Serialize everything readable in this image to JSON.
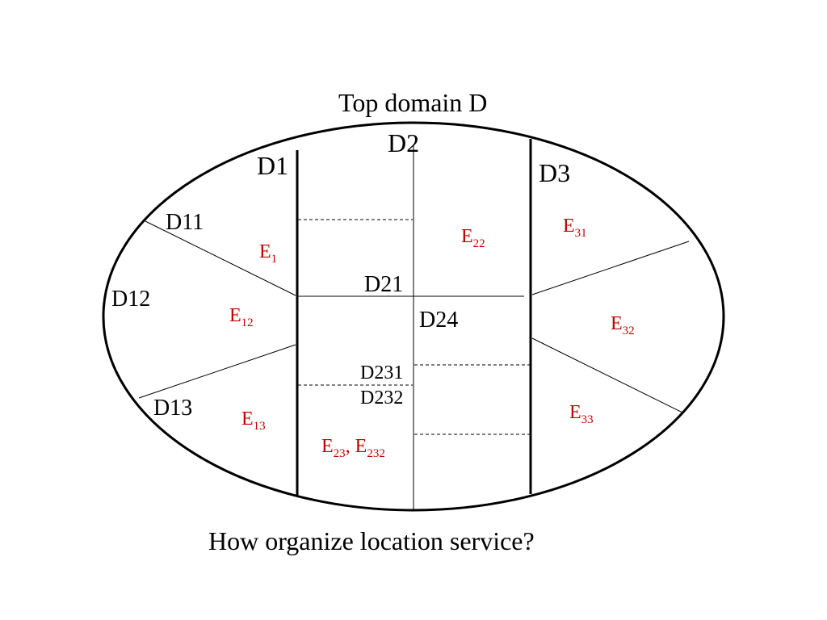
{
  "diagram": {
    "title": "Top domain D",
    "caption": "How organize location service?",
    "domains": {
      "d1": "D1",
      "d2": "D2",
      "d3": "D3",
      "d11": "D11",
      "d12": "D12",
      "d13": "D13",
      "d21": "D21",
      "d24": "D24",
      "d231": "D231",
      "d232": "D232"
    },
    "services": {
      "e1": {
        "base": "E",
        "sub": "1"
      },
      "e12": {
        "base": "E",
        "sub": "12"
      },
      "e13": {
        "base": "E",
        "sub": "13"
      },
      "e22": {
        "base": "E",
        "sub": "22"
      },
      "e23": {
        "base": "E",
        "sub": "23"
      },
      "e232": {
        "base": "E",
        "sub": "232"
      },
      "sep": ", ",
      "e31": {
        "base": "E",
        "sub": "31"
      },
      "e32": {
        "base": "E",
        "sub": "32"
      },
      "e33": {
        "base": "E",
        "sub": "33"
      }
    },
    "colors": {
      "lines": "#000000",
      "service_labels": "#c00000"
    }
  }
}
